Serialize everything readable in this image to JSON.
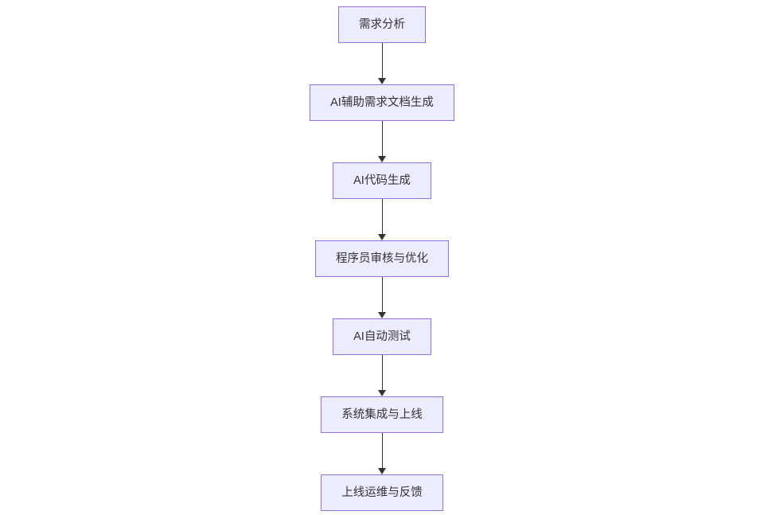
{
  "flowchart": {
    "direction": "top-down",
    "nodes": [
      {
        "label": "需求分析"
      },
      {
        "label": "AI辅助需求文档生成"
      },
      {
        "label": "AI代码生成"
      },
      {
        "label": "程序员审核与优化"
      },
      {
        "label": "AI自动测试"
      },
      {
        "label": "系统集成与上线"
      },
      {
        "label": "上线运维与反馈"
      }
    ],
    "colors": {
      "node_fill": "#ECECFF",
      "node_border": "#9370DB",
      "arrow": "#333333",
      "text": "#333333",
      "background": "#FFFFFF"
    }
  }
}
